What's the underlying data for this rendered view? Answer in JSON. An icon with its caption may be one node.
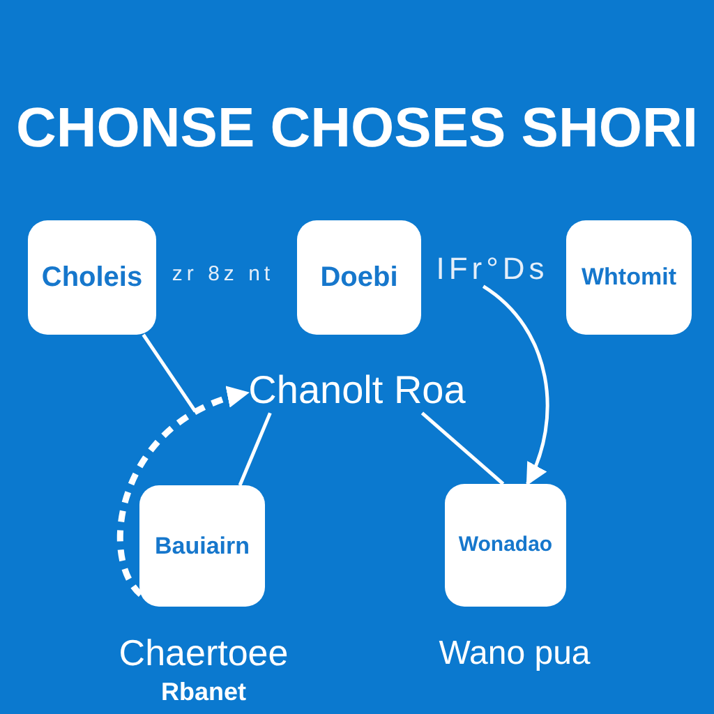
{
  "diagram": {
    "title": "CHONSE CHOSES SHORI",
    "nodes": [
      {
        "text": [
          "Choleis"
        ]
      },
      {
        "text": [
          "Doebi"
        ]
      },
      {
        "text": [
          "IFr°Ds"
        ]
      },
      {
        "text": [
          "Whtomit"
        ]
      },
      {
        "text": [
          "Chanolt Roa"
        ]
      },
      {
        "text": [
          "Bauiairn"
        ],
        "beside": [
          "Chaertoee",
          "Rbanet"
        ]
      },
      {
        "text": [
          "Wonadao"
        ],
        "beside": [
          "Wano pua"
        ]
      }
    ],
    "edges": [
      {
        "from": 5,
        "to": 4,
        "arrow": "to",
        "style": "dashed"
      },
      {
        "from": 0,
        "to": null,
        "arrow": "none"
      },
      {
        "from": 2,
        "to": 6,
        "arrow": "to"
      },
      {
        "from": 4,
        "to": 5,
        "arrow": "none"
      },
      {
        "from": 4,
        "to": 6,
        "arrow": "none"
      }
    ],
    "labels": [
      "zr 8z nt"
    ]
  }
}
